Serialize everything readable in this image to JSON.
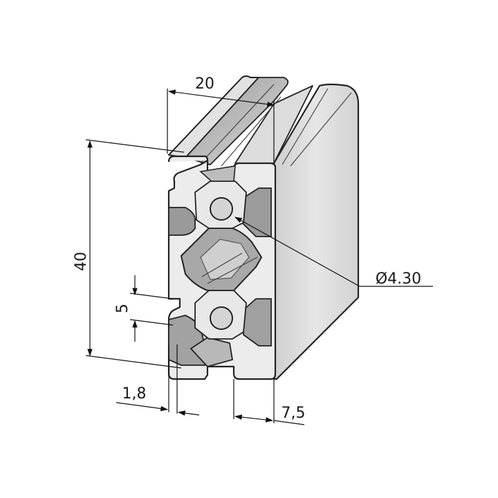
{
  "dimensions": {
    "width": "20",
    "height": "40",
    "slot_opening": "5",
    "wall_thickness": "1,8",
    "slot_depth": "7,5",
    "bore_diameter": "Ø4.30"
  },
  "colors": {
    "face": "#ececec",
    "side": "#d6d6d6",
    "shade": "#b4b4b4",
    "dark": "#8e8e8e",
    "line": "#222222"
  }
}
